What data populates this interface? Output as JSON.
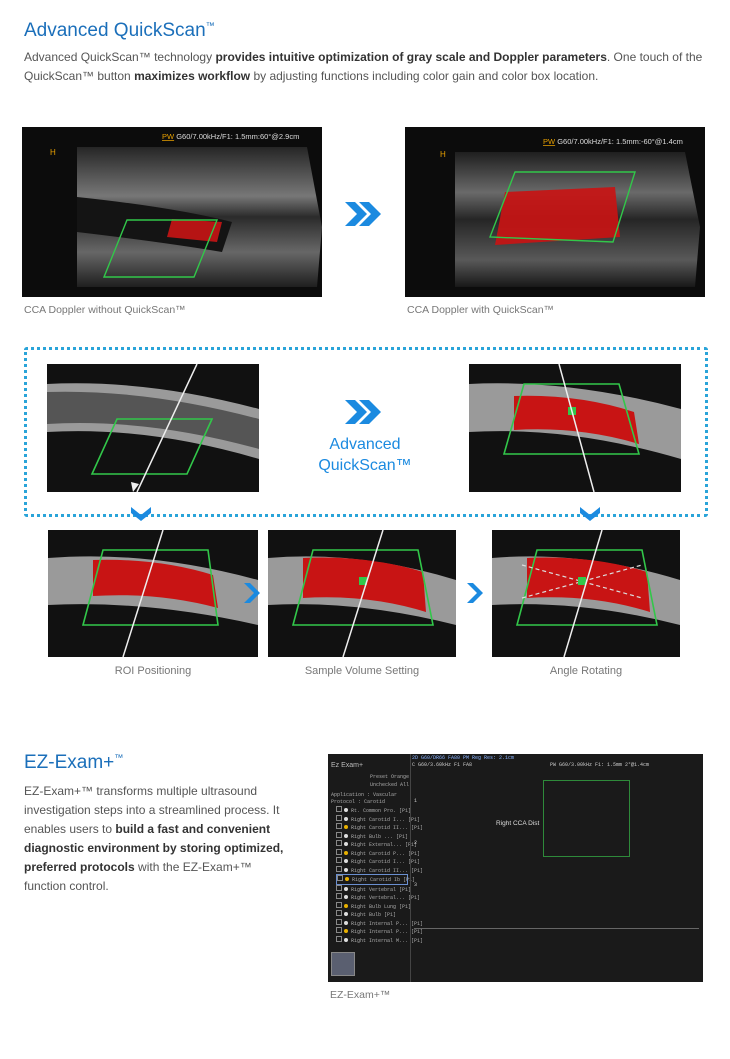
{
  "section1": {
    "title": "Advanced QuickScan",
    "tm": "™",
    "desc_parts": [
      {
        "t": "Advanced QuickScan™ technology ",
        "b": false
      },
      {
        "t": "provides intuitive optimization of gray scale and Doppler parameters",
        "b": true
      },
      {
        "t": ". One touch of the QuickScan™ button ",
        "b": false
      },
      {
        "t": "maximizes workflow",
        "b": true
      },
      {
        "t": " by adjusting functions including color gain and color box location.",
        "b": false
      }
    ],
    "img_left_header": {
      "mode": "PW",
      "params": "G60/7.00kHz/F1: 1.5mm:60°@2.9cm"
    },
    "img_right_header": {
      "mode": "PW",
      "params": "G60/7.00kHz/F1: 1.5mm:-60°@1.4cm"
    },
    "caption_left": "CCA Doppler without QuickScan™",
    "caption_right": "CCA Doppler with QuickScan™",
    "center_label_line1": "Advanced",
    "center_label_line2": "QuickScan™",
    "step_labels": [
      "ROI Positioning",
      "Sample Volume Setting",
      "Angle Rotating"
    ],
    "colors": {
      "accent_blue": "#1b6fba",
      "arrow_blue": "#1b8ae0",
      "doppler_red": "#c81414",
      "roi_green": "#32c74a"
    }
  },
  "section2": {
    "title": "EZ-Exam+",
    "tm": "™",
    "desc_parts": [
      {
        "t": "EZ-Exam+™ transforms multiple ultrasound investigation steps into a streamlined process. It enables users to ",
        "b": false
      },
      {
        "t": "build a fast and convenient diagnostic environment by storing optimized, preferred protocols",
        "b": true
      },
      {
        "t": " with the EZ-Exam+™ function control.",
        "b": false
      }
    ],
    "caption": "EZ-Exam+™",
    "ui": {
      "title": "Ez Exam+",
      "header_top": "2D G60/DR66 FA80 PM Reg Res: 2.1cm",
      "header_sub": "C G60/3.60kHz F1 FA8",
      "header_right": "PW G60/3.00kHz F1: 1.5mm 2°@1.4cm",
      "overlay_text": "Right CCA Dist",
      "legend_a": "Preset Orange",
      "legend_b": "Unchecked All",
      "app_line": "Application : Vascular",
      "proto_line": "Protocol : Carotid",
      "list": [
        "Rt. Common Pro. [P1]",
        "Right Carotid I... [P1]",
        "Right Carotid II... [P1]",
        "Right Bulb ... [P1]",
        "Right External... [P1]",
        "Right Carotid P... [P1]",
        "Right Carotid I... [P1]",
        "Right Carotid II... [P1]",
        "Right Carotid Ib [P1]",
        "Right Vertebral [P1]",
        "Right Vertebral... [P1]",
        "Right Bulb Lung [P1]",
        "Right Bulb [P1]",
        "Right Internal P... [P1]",
        "Right Internal P... [P1]",
        "Right Internal M... [P1]"
      ],
      "scale": [
        "1",
        "2",
        "3"
      ]
    }
  }
}
